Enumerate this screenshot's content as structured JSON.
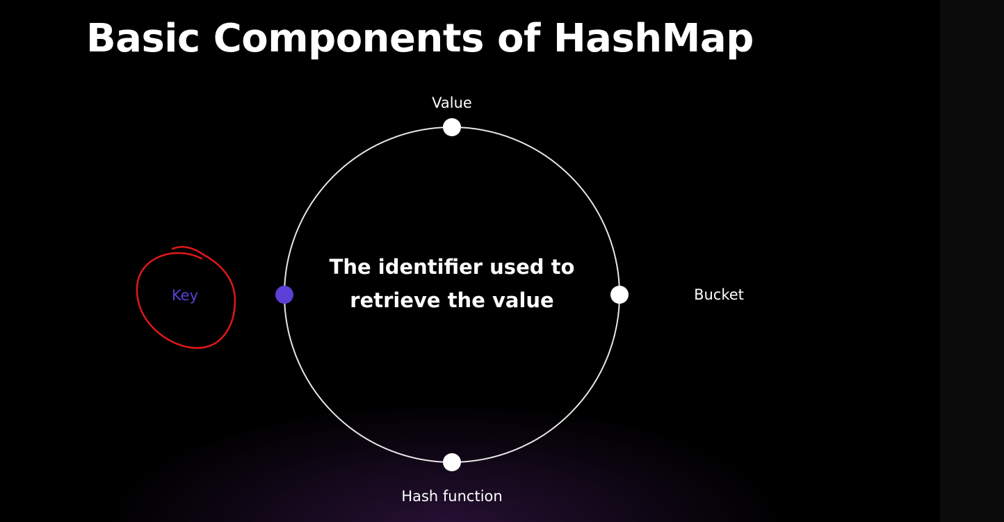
{
  "slide": {
    "title": "Basic Components of HashMap",
    "center_text": "The identifier used to retrieve the value"
  },
  "nodes": {
    "top": {
      "label": "Value",
      "color": "#ffffff"
    },
    "right": {
      "label": "Bucket",
      "color": "#ffffff"
    },
    "bottom": {
      "label": "Hash function",
      "color": "#ffffff"
    },
    "left": {
      "label": "Key",
      "color": "#5b3fd6",
      "active": true
    }
  },
  "annotation": {
    "type": "hand-drawn circle around Key",
    "color": "#e01818"
  },
  "colors": {
    "background": "#000000",
    "accent": "#5b3fd6",
    "ring": "#ffffff"
  }
}
